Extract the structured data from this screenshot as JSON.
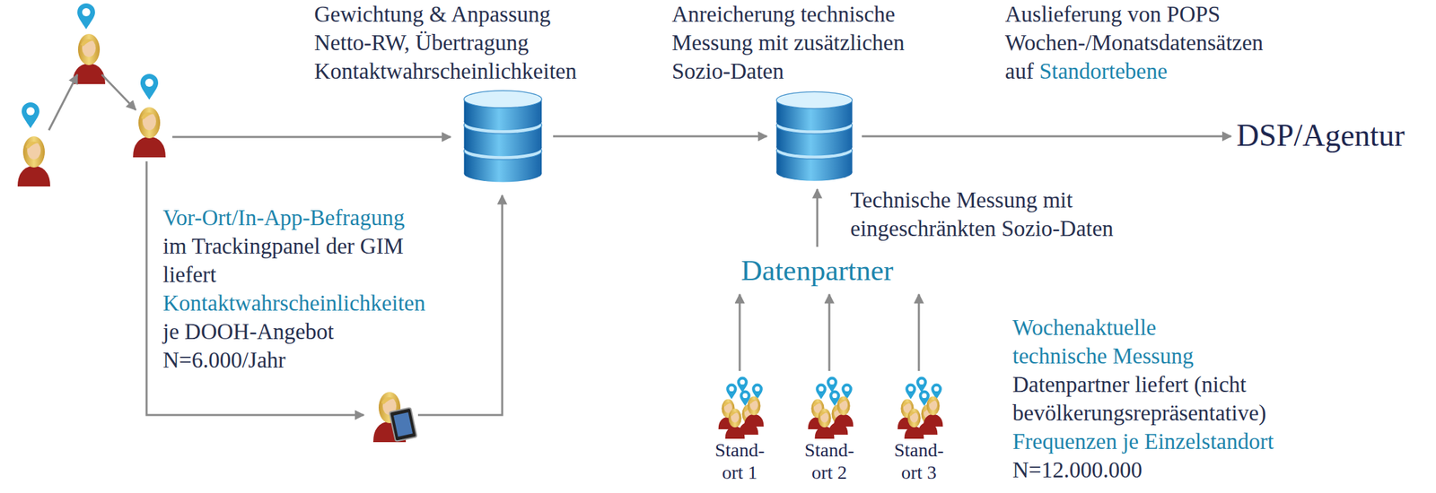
{
  "diagram": {
    "nodes": [
      {
        "text": [
          "Gewichtung & Anpassung Netto-RW, Übertragung Kontaktwahrscheinlichkeiten"
        ]
      },
      {
        "text": [
          "Anreicherung technische Messung mit zusätzlichen Sozio-Daten"
        ]
      },
      {
        "text": [
          "DSP/Agentur"
        ]
      },
      {
        "text": [
          "Datenpartner"
        ]
      },
      {
        "text": [
          "Stand- ort 1"
        ]
      },
      {
        "text": [
          "Stand- ort 2"
        ]
      },
      {
        "text": [
          "Stand- ort 3"
        ]
      }
    ],
    "edges": [
      {
        "from": 0,
        "to": 1,
        "arrow": "to"
      },
      {
        "from": 1,
        "to": 2,
        "arrow": "to"
      },
      {
        "from": 3,
        "to": 1,
        "arrow": "to"
      },
      {
        "from": 4,
        "to": 3,
        "arrow": "to"
      },
      {
        "from": 5,
        "to": 3,
        "arrow": "to"
      },
      {
        "from": 6,
        "to": 3,
        "arrow": "to"
      }
    ],
    "labels": [
      "Auslieferung von POPS Wochen-/Monatsdatensätzen auf",
      "Standortebene",
      "Technische Messung mit eingeschränkten Sozio-Daten",
      "Vor-Ort/In-App-Befragung",
      "im Trackingpanel der GIM liefert",
      "Kontaktwahrscheinlichkeiten",
      "je DOOH-Angebot N=6.000/Jahr",
      "Wochenaktuelle technische Messung",
      "Datenpartner liefert (nicht bevölkerungsrepräsentative)",
      "Frequenzen je Einzelstandort",
      "N=12.000.000"
    ]
  }
}
